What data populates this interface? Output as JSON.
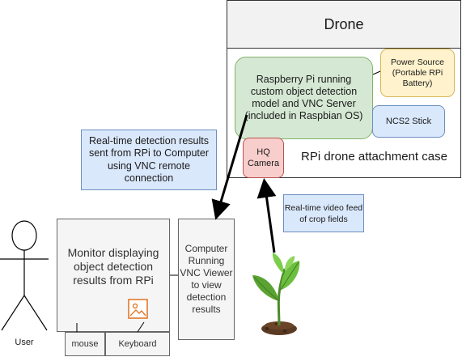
{
  "drone": {
    "title": "Drone",
    "case_label": "RPi drone attachment case",
    "rpi_label": "Raspberry Pi running custom object detection model and VNC Server (included in Raspbian OS)",
    "power_label": "Power Source (Portable RPi Battery)",
    "ncs2_label": "NCS2 Stick",
    "camera_label": "HQ Camera"
  },
  "notes": {
    "detection": "Real-time detection results sent from RPi to Computer using VNC remote connection",
    "video_feed": "Real-time video feed of crop fields"
  },
  "workstation": {
    "monitor_label": "Monitor displaying object detection results from RPi",
    "computer_label": "Computer Running VNC Viewer to view detection results",
    "mouse_label": "mouse",
    "keyboard_label": "Keyboard"
  },
  "user": {
    "label": "User"
  },
  "icons": {
    "image_placeholder": "image-icon",
    "person": "stick-figure-icon",
    "plant": "seedling-icon"
  },
  "colors": {
    "green_fill": "#d5e8d4",
    "yellow_fill": "#fff2cc",
    "blue_fill": "#dae8fc",
    "red_fill": "#f8cecc",
    "grey_fill": "#f5f5f5",
    "icon_orange": "#e07a2c"
  }
}
